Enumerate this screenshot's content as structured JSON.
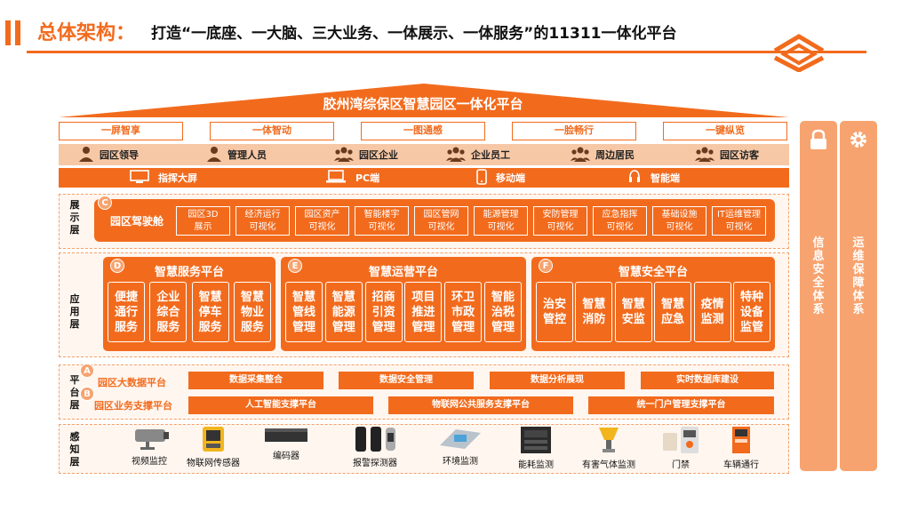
{
  "header": {
    "title": "总体架构：",
    "subtitle": "打造“一底座、一大脑、三大业务、一体展示、一体服务”的11311一体化平台"
  },
  "colors": {
    "accent": "#F26B1D",
    "light": "#F7C8A6",
    "side": "#F7A36F"
  },
  "roof_title": "胶州湾综保区智慧园区一体化平台",
  "chips": [
    "一屏智享",
    "一体智动",
    "一图通感",
    "一脸畅行",
    "一键纵览"
  ],
  "users": [
    {
      "label": "园区领导",
      "icon": "person-icon"
    },
    {
      "label": "管理人员",
      "icon": "person-icon"
    },
    {
      "label": "园区企业",
      "icon": "group-icon"
    },
    {
      "label": "企业员工",
      "icon": "group-icon"
    },
    {
      "label": "周边居民",
      "icon": "group-icon"
    },
    {
      "label": "园区访客",
      "icon": "group-icon"
    }
  ],
  "terminals": [
    {
      "label": "指挥大屏",
      "icon": "monitor-icon"
    },
    {
      "label": "PC端",
      "icon": "laptop-icon"
    },
    {
      "label": "移动端",
      "icon": "phone-icon"
    },
    {
      "label": "智能端",
      "icon": "smart-icon"
    }
  ],
  "layers": {
    "display": "展示层",
    "application": "应用层",
    "platform": "平台层",
    "perception": "感知层"
  },
  "display": {
    "badge": "C",
    "title": "园区驾驶舱",
    "cells": [
      [
        "园区3D",
        "展示"
      ],
      [
        "经济运行",
        "可视化"
      ],
      [
        "园区资产",
        "可视化"
      ],
      [
        "智能楼宇",
        "可视化"
      ],
      [
        "园区管网",
        "可视化"
      ],
      [
        "能源管理",
        "可视化"
      ],
      [
        "安防管理",
        "可视化"
      ],
      [
        "应急指挥",
        "可视化"
      ],
      [
        "基础设施",
        "可视化"
      ],
      [
        "IT运维管理",
        "可视化"
      ]
    ]
  },
  "apps": [
    {
      "badge": "D",
      "title": "智慧服务平台",
      "cells": [
        [
          "便捷",
          "通行",
          "服务"
        ],
        [
          "企业",
          "综合",
          "服务"
        ],
        [
          "智慧",
          "停车",
          "服务"
        ],
        [
          "智慧",
          "物业",
          "服务"
        ]
      ]
    },
    {
      "badge": "E",
      "title": "智慧运营平台",
      "cells": [
        [
          "智慧",
          "管线",
          "管理"
        ],
        [
          "智慧",
          "能源",
          "管理"
        ],
        [
          "招商",
          "引资",
          "管理"
        ],
        [
          "项目",
          "推进",
          "管理"
        ],
        [
          "环卫",
          "市政",
          "管理"
        ],
        [
          "智能",
          "治税",
          "管理"
        ]
      ]
    },
    {
      "badge": "F",
      "title": "智慧安全平台",
      "cells": [
        [
          "治安",
          "管控"
        ],
        [
          "智慧",
          "消防"
        ],
        [
          "智慧",
          "安监"
        ],
        [
          "智慧",
          "应急"
        ],
        [
          "疫情",
          "监测"
        ],
        [
          "特种",
          "设备",
          "监管"
        ]
      ]
    }
  ],
  "platform": {
    "a": {
      "badge": "A",
      "label": "园区大数据平台",
      "bars": [
        "数据采集整合",
        "数据安全管理",
        "数据分析展现",
        "实时数据库建设"
      ]
    },
    "b": {
      "badge": "B",
      "label": "园区业务支撑平台",
      "bars": [
        "人工智能支撑平台",
        "物联网公共服务支撑平台",
        "统一门户管理支撑平台"
      ]
    }
  },
  "devices": [
    {
      "label": "视频监控",
      "icon": "camera-icon"
    },
    {
      "label": "物联网传感器",
      "icon": "sensor-icon"
    },
    {
      "label": "编码器",
      "icon": "encoder-icon"
    },
    {
      "label": "报警探测器",
      "icon": "detector-icon"
    },
    {
      "label": "环境监测",
      "icon": "env-monitor-icon"
    },
    {
      "label": "能耗监测",
      "icon": "energy-monitor-icon"
    },
    {
      "label": "有害气体监测",
      "icon": "gas-monitor-icon"
    },
    {
      "label": "门禁",
      "icon": "access-control-icon"
    },
    {
      "label": "车辆通行",
      "icon": "vehicle-gate-icon"
    }
  ],
  "side": [
    {
      "label": "信息安全体系",
      "icon": "lock-icon"
    },
    {
      "label": "运维保障体系",
      "icon": "gear-icon"
    }
  ]
}
